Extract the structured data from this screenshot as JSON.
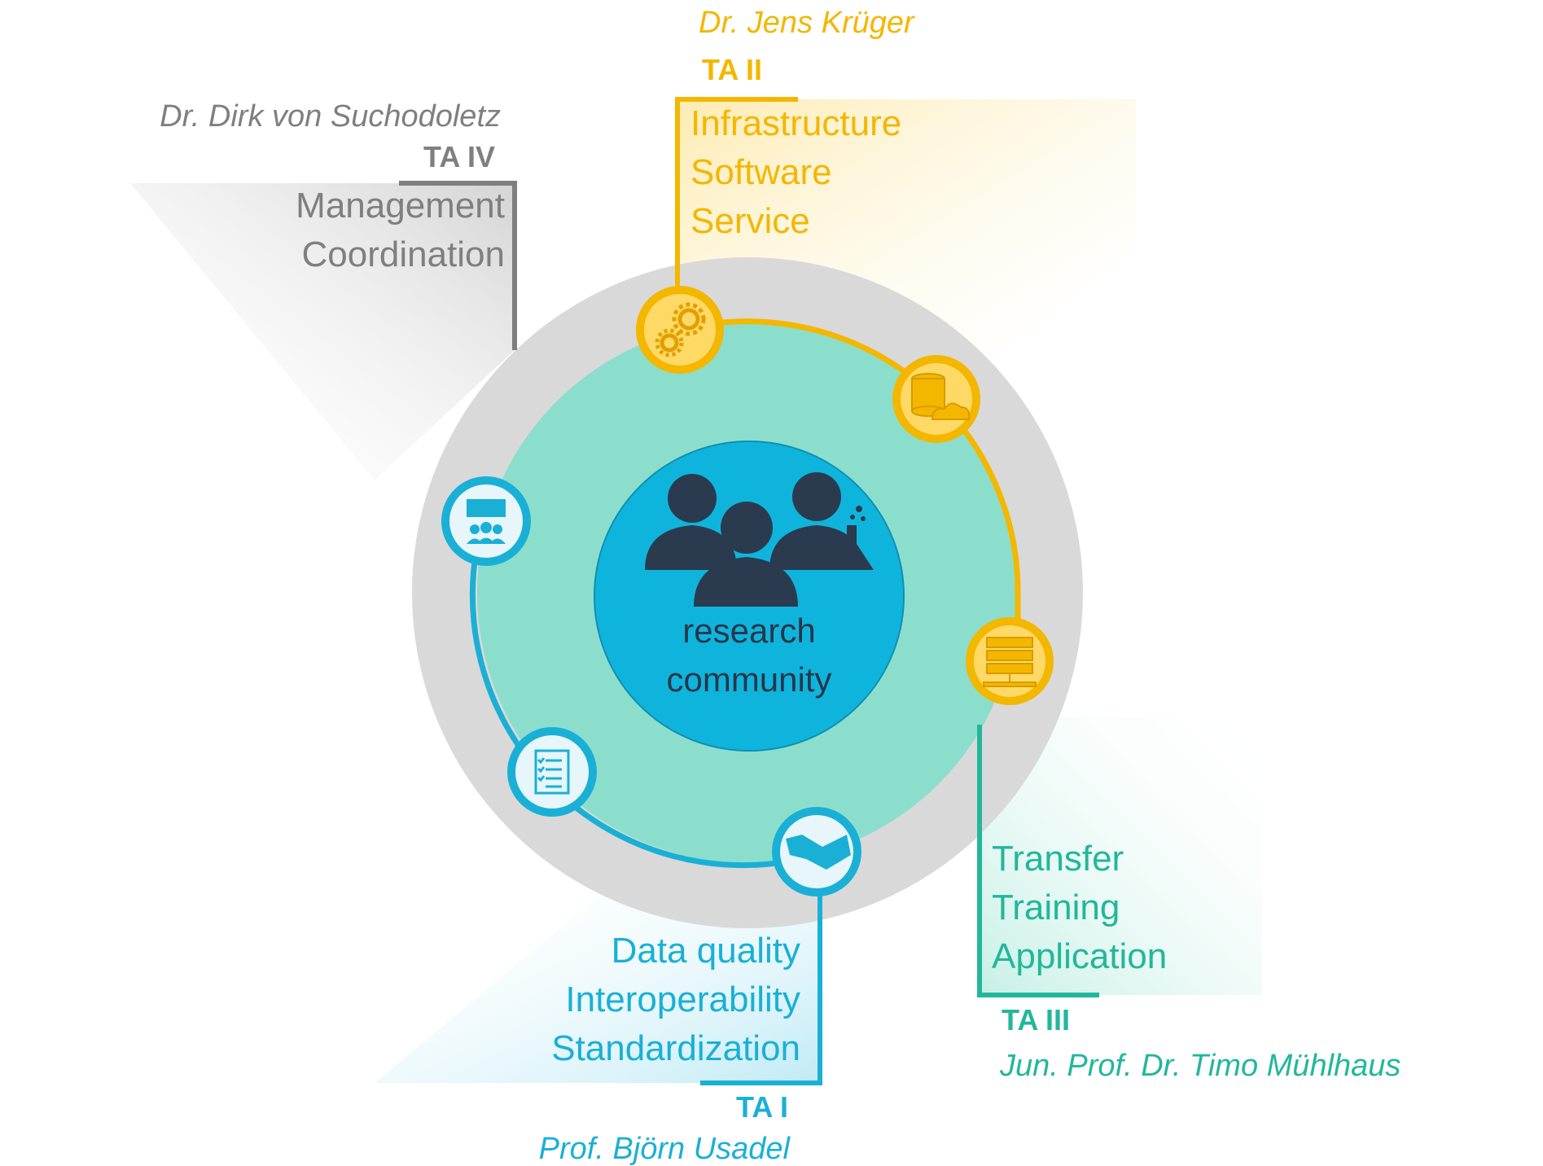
{
  "colors": {
    "gray": "#7f7f7f",
    "yellow": "#f3b700",
    "teal": "#22b79b",
    "blue": "#1ab0d6",
    "outer_ring": "#d9d9d9",
    "mint": "#8cdecc",
    "core": "#0fb4dd",
    "dark": "#2a3b4f"
  },
  "center": {
    "line1": "research",
    "line2": "community"
  },
  "areas": {
    "ta4": {
      "person": "Dr. Dirk von Suchodoletz",
      "label": "TA IV",
      "items": [
        "Management",
        "Coordination"
      ]
    },
    "ta2": {
      "person": "Dr. Jens Krüger",
      "label": "TA II",
      "items": [
        "Infrastructure",
        "Software",
        "Service"
      ]
    },
    "ta3": {
      "person": "Jun. Prof. Dr. Timo Mühlhaus",
      "label": "TA III",
      "items": [
        "Transfer",
        "Training",
        "Application"
      ]
    },
    "ta1": {
      "person": "Prof. Björn Usadel",
      "label": "TA I",
      "items": [
        "Data quality",
        "Interoperability",
        "Standardization"
      ]
    }
  },
  "icons": [
    "gears-icon",
    "database-cloud-icon",
    "server-rack-icon",
    "handshake-icon",
    "checklist-icon",
    "presentation-audience-icon",
    "research-community-icon"
  ]
}
